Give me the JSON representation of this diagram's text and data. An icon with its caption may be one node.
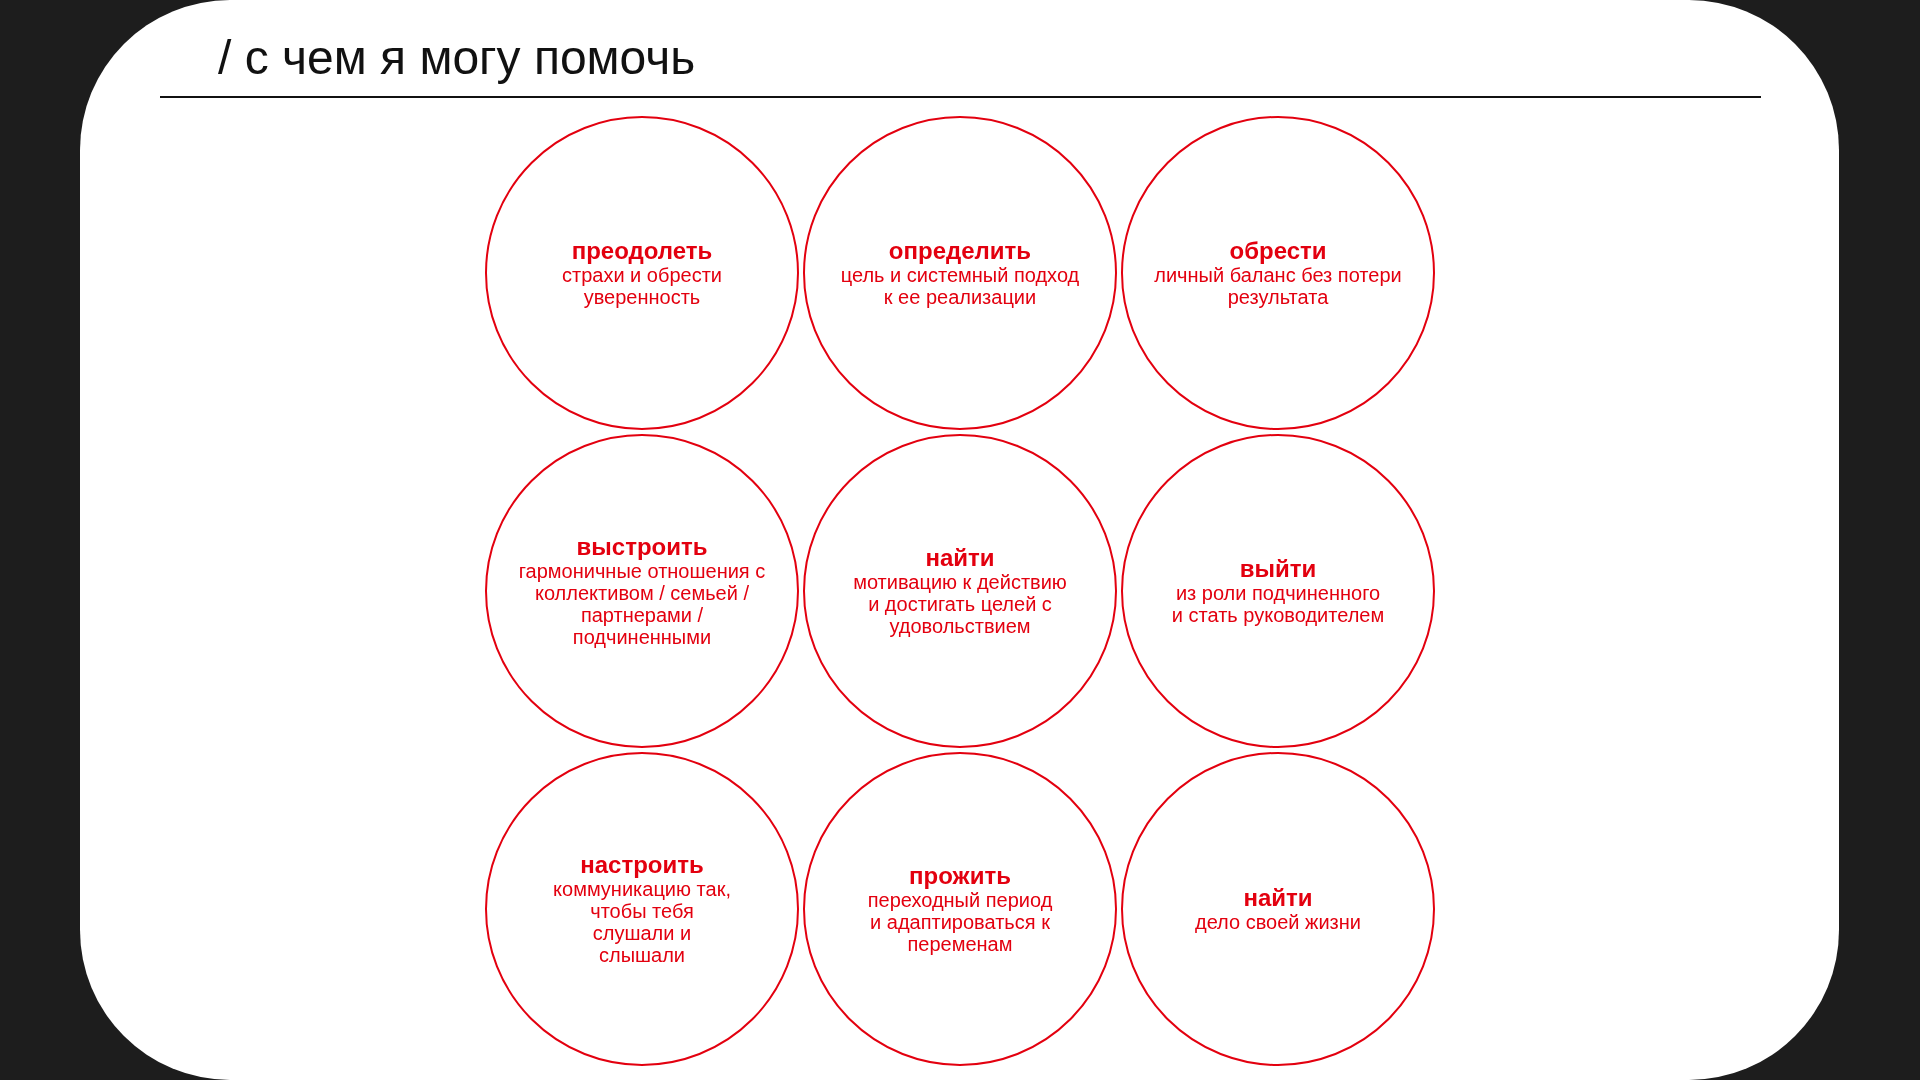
{
  "diagram": {
    "title": "/ с чем я могу помочь",
    "nodes": [
      {
        "text": [
          "преодолеть",
          "страхи и обрести уверенность"
        ]
      },
      {
        "text": [
          "определить",
          "цель и системный подход к ее реализации"
        ]
      },
      {
        "text": [
          "обрести",
          "личный баланс без потери результата"
        ]
      },
      {
        "text": [
          "выстроить",
          "гармоничные отношения с коллективом / семьей / партнерами / подчиненными"
        ]
      },
      {
        "text": [
          "найти",
          "мотивацию к действию и достигать целей с удовольствием"
        ]
      },
      {
        "text": [
          "выйти",
          "из роли подчиненного и стать руководителем"
        ]
      },
      {
        "text": [
          "настроить",
          "коммуникацию так, чтобы тебя слушали и слышали"
        ]
      },
      {
        "text": [
          "прожить",
          "переходный период и адаптироваться к переменам"
        ]
      },
      {
        "text": [
          "найти",
          "дело своей жизни"
        ]
      }
    ]
  }
}
